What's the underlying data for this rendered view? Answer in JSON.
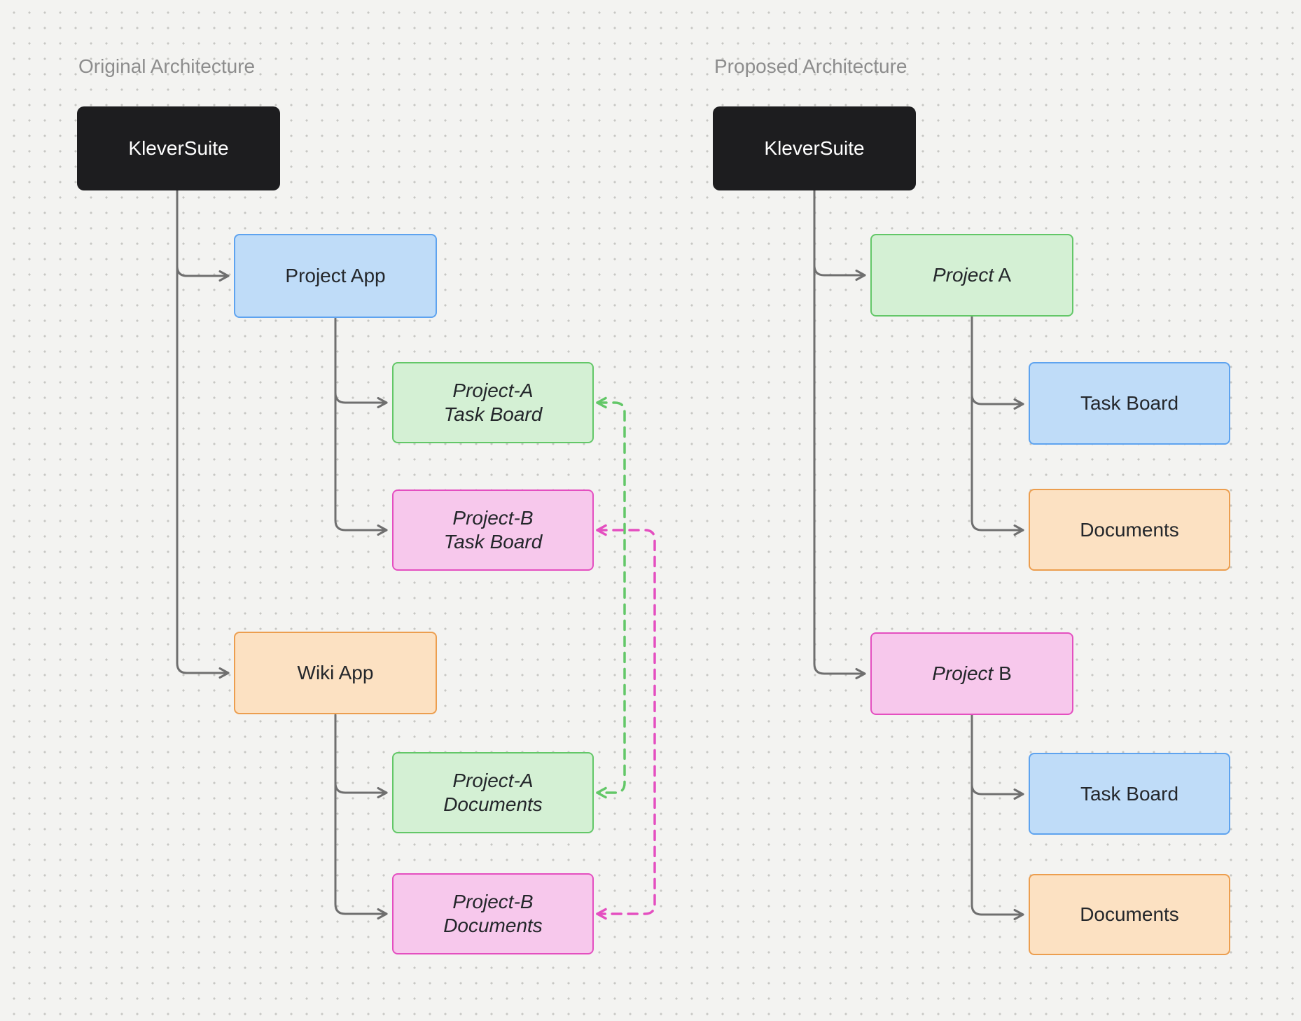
{
  "palette": {
    "canvas-bg": "#f3f3f1",
    "grid-dot": "#c7c7c4",
    "label-gray": "#8d8d8d",
    "connector-gray": "#6f6f6f",
    "node-text": "#24272b",
    "dark-fill": "#1d1d1f",
    "dark-text": "#ffffff",
    "blue-fill": "#bfdcf8",
    "blue-border": "#5ea3ef",
    "green-fill": "#d4f0d4",
    "green-border": "#63c768",
    "pink-fill": "#f7c8ec",
    "pink-border": "#e44fc0",
    "orange-fill": "#fce1c2",
    "orange-border": "#ec9e4f"
  },
  "left": {
    "title": "Original Architecture",
    "suite": "KleverSuite",
    "project_app": "Project App",
    "wiki_app": "Wiki App",
    "pa_task_board": {
      "line1": "Project-A",
      "line2": "Task Board"
    },
    "pb_task_board": {
      "line1": "Project-B",
      "line2": "Task Board"
    },
    "pa_documents": {
      "line1": "Project-A",
      "line2": "Documents"
    },
    "pb_documents": {
      "line1": "Project-B",
      "line2": "Documents"
    }
  },
  "right": {
    "title": "Proposed Architecture",
    "suite": "KleverSuite",
    "project_a": {
      "prefix": "Project",
      "suffix": "A"
    },
    "project_b": {
      "prefix": "Project",
      "suffix": "B"
    },
    "task_board": "Task Board",
    "documents": "Documents"
  }
}
